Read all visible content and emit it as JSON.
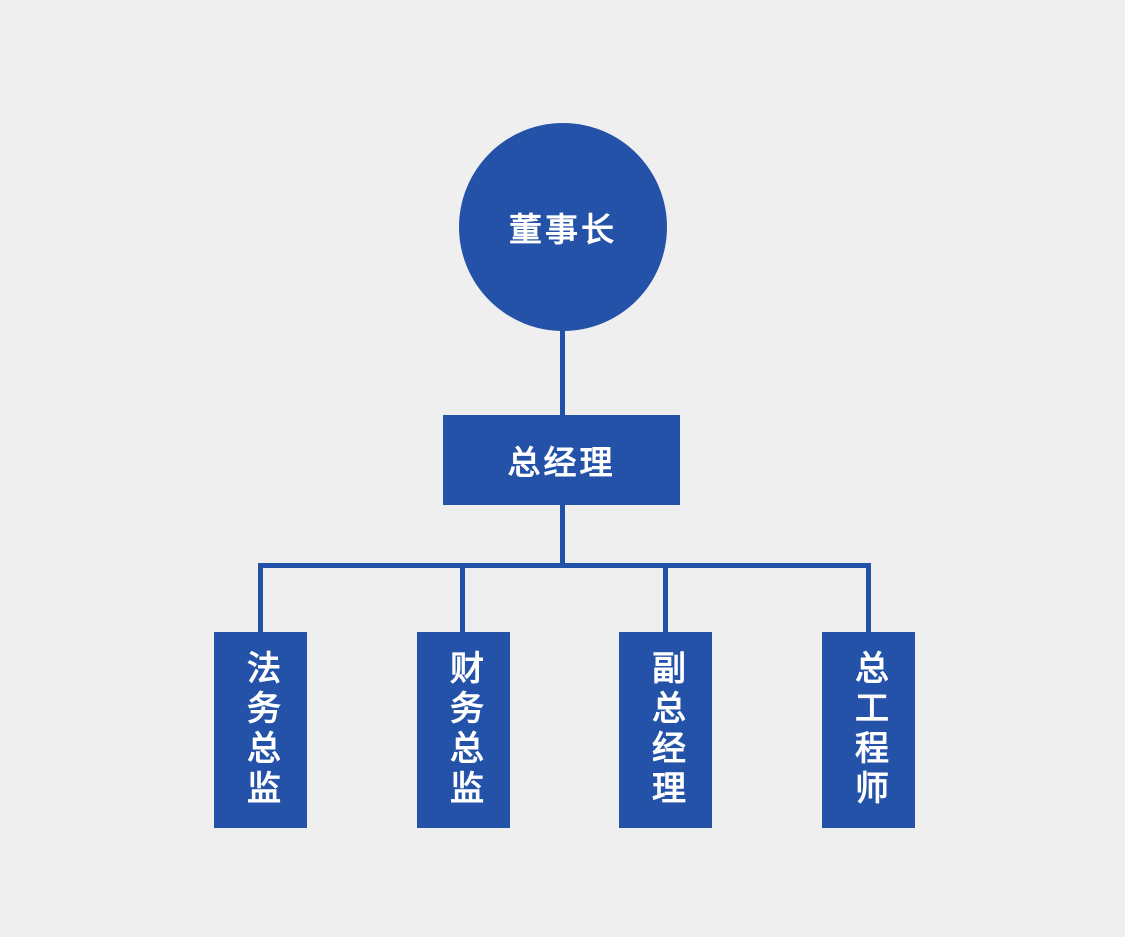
{
  "colors": {
    "background": "#efefef",
    "accent": "#2452a8",
    "line": "#2151a8",
    "text": "#ffffff"
  },
  "org_chart": {
    "type": "org-tree",
    "root": {
      "label": "董事长",
      "shape": "circle"
    },
    "level2": {
      "label": "总经理",
      "shape": "rectangle"
    },
    "level3": [
      {
        "label": "法务总监",
        "shape": "vertical-rectangle"
      },
      {
        "label": "财务总监",
        "shape": "vertical-rectangle"
      },
      {
        "label": "副总经理",
        "shape": "vertical-rectangle"
      },
      {
        "label": "总工程师",
        "shape": "vertical-rectangle"
      }
    ]
  }
}
